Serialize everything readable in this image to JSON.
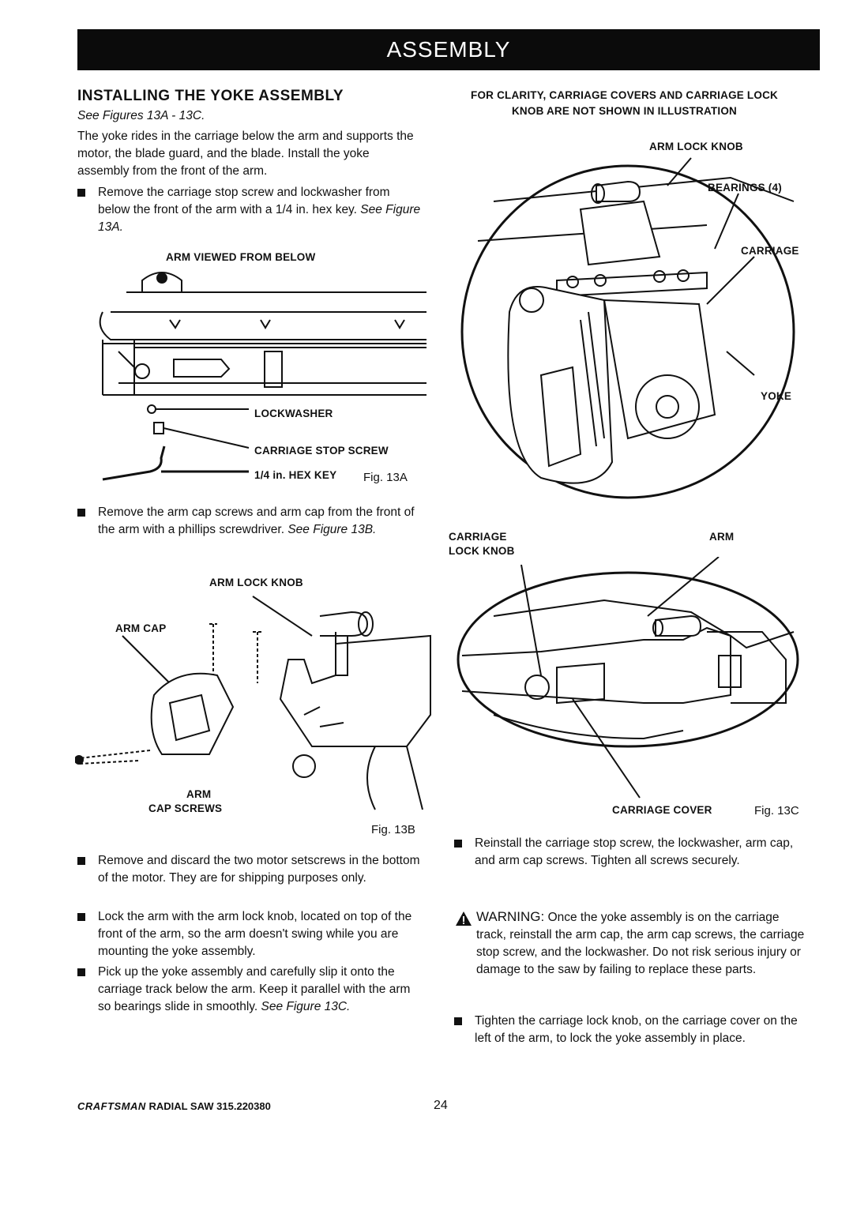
{
  "banner": "ASSEMBLY",
  "section_title": "INSTALLING THE YOKE ASSEMBLY",
  "see_figures": "See Figures 13A - 13C.",
  "intro": "The yoke rides in the carriage below the arm and supports the motor, the blade guard, and the blade. Install the yoke assembly from the front of the arm.",
  "bullet1": {
    "text": "Remove the carriage stop screw and lockwasher from below the front of the arm with a 1/4 in. hex key.",
    "ref": "See Figure 13A."
  },
  "fig13a": {
    "title": "ARM VIEWED FROM BELOW",
    "lockwasher": "LOCKWASHER",
    "stop_screw": "CARRIAGE STOP SCREW",
    "hex_key": "1/4 in. HEX KEY",
    "label": "Fig. 13A"
  },
  "bullet2": {
    "text": "Remove the arm cap screws and arm cap from the front of the arm with a phillips screwdriver.",
    "ref": "See Figure 13B."
  },
  "fig13b": {
    "arm_lock_knob": "ARM LOCK KNOB",
    "arm_cap": "ARM CAP",
    "arm": "ARM",
    "cap_screws": "CAP SCREWS",
    "label": "Fig. 13B"
  },
  "bullet3": "Remove and discard the two motor setscrews in the bottom of the motor. They are for shipping purposes only.",
  "bullet4": "Lock the arm with the arm lock knob, located on top of the front of the arm, so the arm doesn't swing while you are mounting the yoke assembly.",
  "bullet5": {
    "text": "Pick up the yoke assembly and carefully slip it onto the carriage track below the arm. Keep it parallel with the arm so bearings slide in smoothly.",
    "ref": "See Figure 13C."
  },
  "fig13c": {
    "clarity_line1": "FOR CLARITY, CARRIAGE COVERS AND CARRIAGE LOCK",
    "clarity_line2": "KNOB ARE NOT SHOWN IN ILLUSTRATION",
    "arm_lock_knob": "ARM LOCK KNOB",
    "bearings": "BEARINGS (4)",
    "carriage": "CARRIAGE",
    "yoke": "YOKE",
    "carriage_lbl": "CARRIAGE",
    "lock_knob": "LOCK KNOB",
    "arm": "ARM",
    "carriage_cover": "CARRIAGE COVER",
    "label": "Fig. 13C"
  },
  "bullet6": "Reinstall the carriage stop screw, the lockwasher, arm cap, and arm cap screws. Tighten all screws securely.",
  "warning": {
    "label": "WARNING:",
    "text": "Once the yoke assembly is on the carriage track, reinstall the arm cap, the arm cap screws, the carriage stop screw, and the lockwasher. Do not risk serious injury or damage to the saw by failing to replace these parts."
  },
  "bullet7": "Tighten the carriage lock knob, on the carriage cover on the left of the arm, to lock the yoke assembly in place.",
  "footer": {
    "brand": "CRAFTSMAN",
    "model": "RADIAL SAW 315.220380",
    "page": "24"
  }
}
